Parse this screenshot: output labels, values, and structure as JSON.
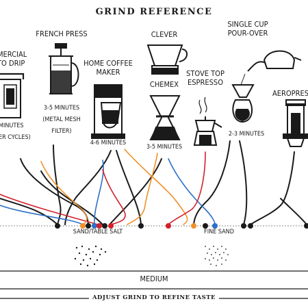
{
  "title": "GRIND REFERENCE",
  "methods": {
    "commercial": {
      "name_line1": "MERCIAL",
      "name_line2": "TO DRIP",
      "time": "MINUTES",
      "note": "ER CYCLES)"
    },
    "french_press": {
      "name": "FRENCH PRESS",
      "time": "3-5 MINUTES",
      "note_line1": "(METAL MESH",
      "note_line2": "FILTER)"
    },
    "home_coffee_maker": {
      "name_line1": "HOME COFFEE",
      "name_line2": "MAKER",
      "time": "4-6 MINUTES"
    },
    "clever": {
      "name": "CLEVER"
    },
    "chemex": {
      "name": "CHEMEX",
      "time": "3-5 MINUTES"
    },
    "stove_top": {
      "name_line1": "STOVE TOP",
      "name_line2": "ESPRESSO"
    },
    "single_cup": {
      "name_line1": "SINGLE CUP",
      "name_line2": "POUR-OVER",
      "time": "2-3 MINUTES"
    },
    "aeropress": {
      "name": "AEROPRESS"
    }
  },
  "scale": {
    "label_left": "SAND/TABLE SALT",
    "label_right": "FINE SAND",
    "grind_level": "MEDIUM"
  },
  "footer": "ADJUST GRIND TO REFINE TASTE",
  "colors": {
    "ink": "#1a1a1a",
    "red": "#d0202a",
    "orange": "#f0902a",
    "blue": "#2a70c8"
  }
}
